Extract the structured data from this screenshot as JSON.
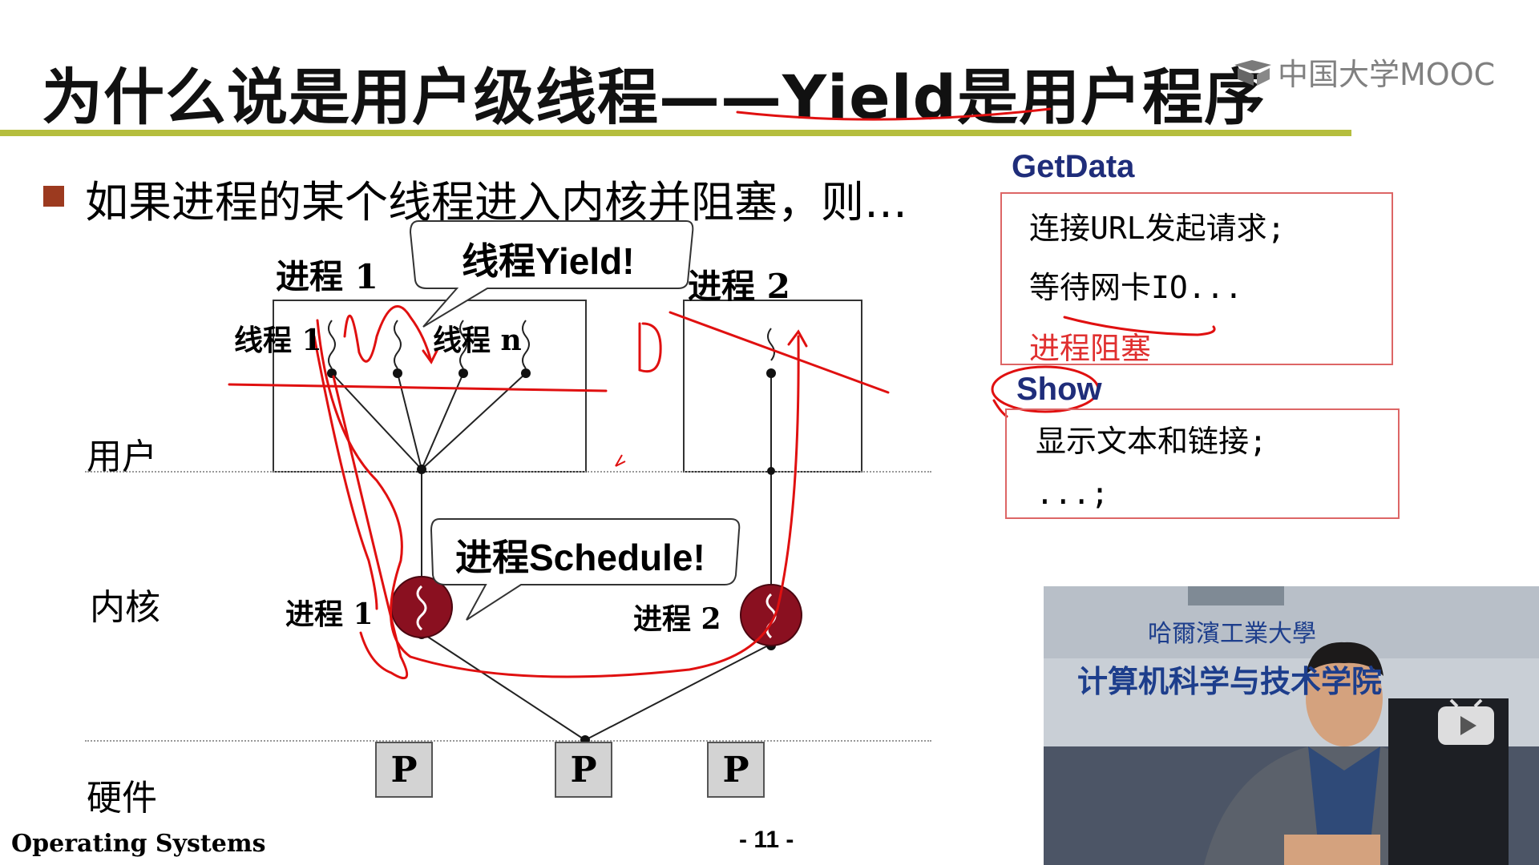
{
  "slide": {
    "title": "为什么说是用户级线程——Yield是用户程序",
    "logo_text": "中国大学MOOC",
    "bullet": "如果进程的某个线程进入内核并阻塞，则…",
    "footer_left": "Operating Systems",
    "footer_page": "- 11 -"
  },
  "diagram": {
    "layer_user": "用户",
    "layer_kernel": "内核",
    "layer_hw": "硬件",
    "process1_label": "进程 1",
    "process2_label": "进程 2",
    "thread1_label": "线程 1",
    "threadn_label": "线程 n",
    "kernel_proc1": "进程 1",
    "kernel_proc2": "进程 2",
    "bubble_yield": "线程Yield!",
    "bubble_schedule": "进程Schedule!",
    "cpu_labels": [
      "P",
      "P",
      "P"
    ]
  },
  "code": {
    "getdata_title": "GetData",
    "getdata_lines": [
      "连接URL发起请求;",
      "等待网卡IO...",
      "进程阻塞"
    ],
    "show_title": "Show",
    "show_lines": [
      "显示文本和链接;",
      "...;"
    ]
  },
  "video": {
    "sign_line1": "哈爾濱工業大學",
    "sign_line2": "计算机科学与技术学院",
    "play_icon": "play-icon"
  },
  "colors": {
    "title_rule": "#b5be3e",
    "bullet": "#9c3a1f",
    "annotation_red": "#e01010",
    "process_circle": "#8a1020",
    "code_title": "#1f2d7a",
    "code_highlight": "#e03030"
  }
}
